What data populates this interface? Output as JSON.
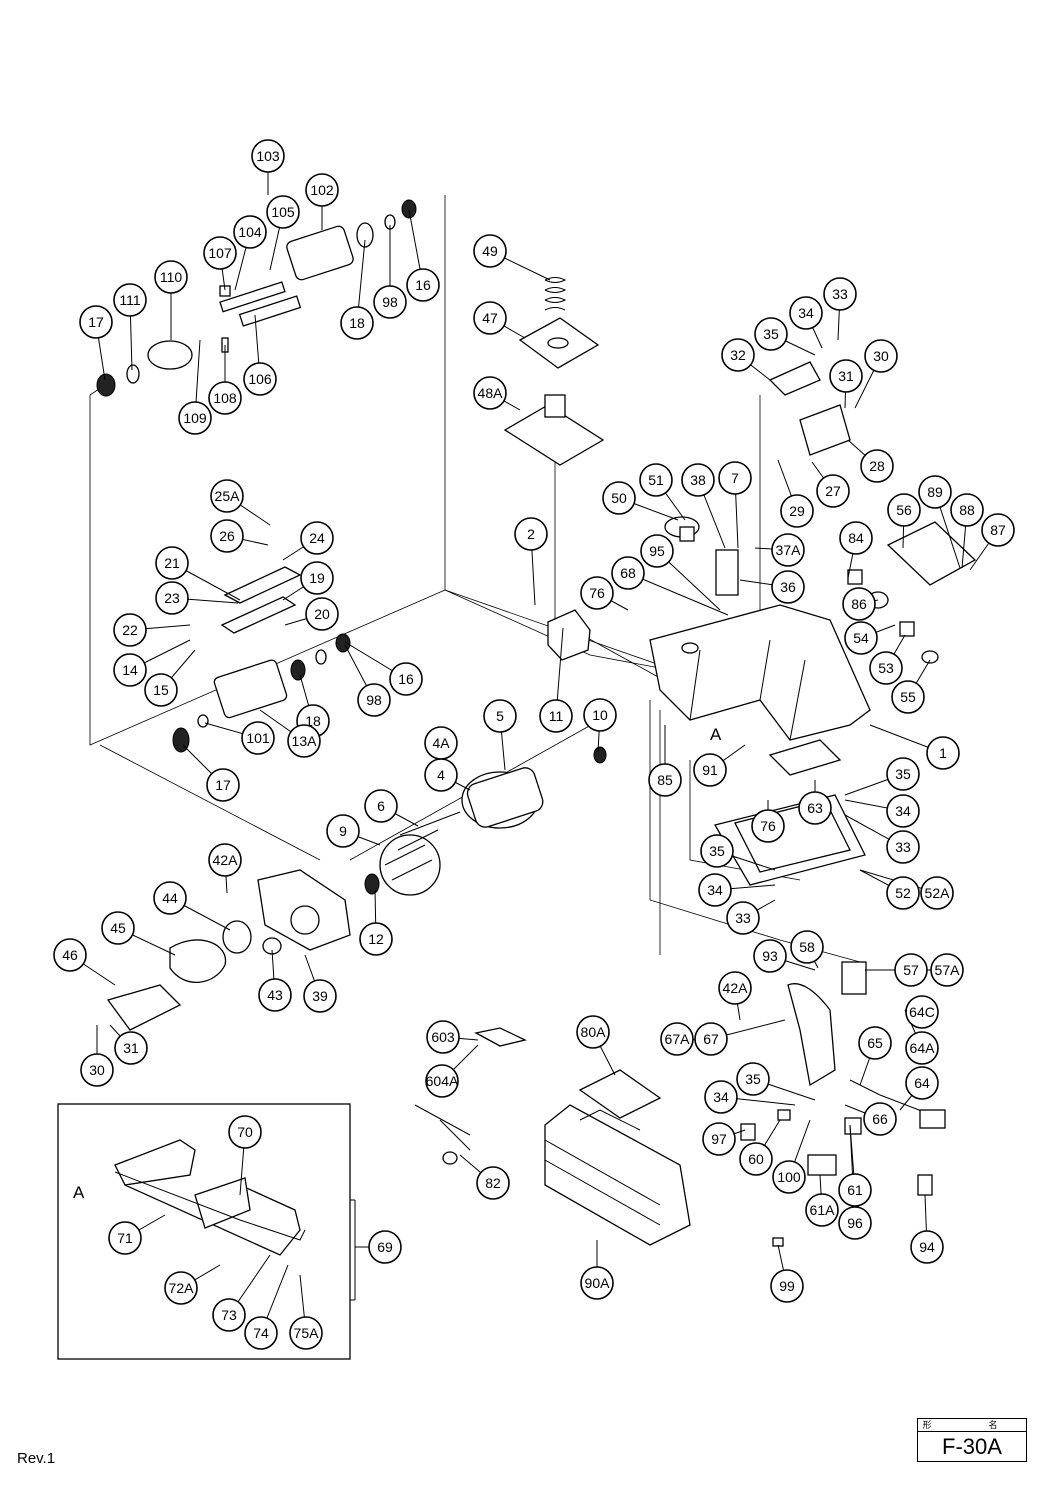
{
  "footer": {
    "revision": "Rev.1"
  },
  "model_box": {
    "header": "形　名",
    "code": "F-30A"
  },
  "inset": {
    "view_label": "A"
  },
  "main_view_label": "A",
  "callouts": [
    "103",
    "102",
    "105",
    "104",
    "107",
    "110",
    "111",
    "17",
    "98",
    "18",
    "16",
    "109",
    "108",
    "106",
    "49",
    "47",
    "48A",
    "33",
    "34",
    "35",
    "32",
    "31",
    "30",
    "28",
    "27",
    "29",
    "25A",
    "26",
    "24",
    "21",
    "19",
    "23",
    "22",
    "20",
    "14",
    "15",
    "98",
    "16",
    "18",
    "13A",
    "17",
    "101",
    "2",
    "50",
    "51",
    "38",
    "7",
    "37A",
    "36",
    "95",
    "68",
    "76",
    "56",
    "89",
    "88",
    "87",
    "84",
    "86",
    "54",
    "53",
    "55",
    "1",
    "5",
    "11",
    "10",
    "4A",
    "4",
    "6",
    "9",
    "12",
    "42A",
    "44",
    "45",
    "46",
    "43",
    "39",
    "30",
    "31",
    "85",
    "91",
    "76",
    "35",
    "34",
    "33",
    "63",
    "35",
    "34",
    "33",
    "52",
    "52A",
    "93",
    "58",
    "57",
    "57A",
    "42A",
    "67A",
    "67",
    "64C",
    "64A",
    "65",
    "64",
    "35",
    "34",
    "66",
    "97",
    "60",
    "100",
    "61",
    "61A",
    "96",
    "94",
    "99",
    "603",
    "604A",
    "80A",
    "82",
    "90A",
    "70",
    "71",
    "72A",
    "73",
    "74",
    "75A",
    "69"
  ]
}
